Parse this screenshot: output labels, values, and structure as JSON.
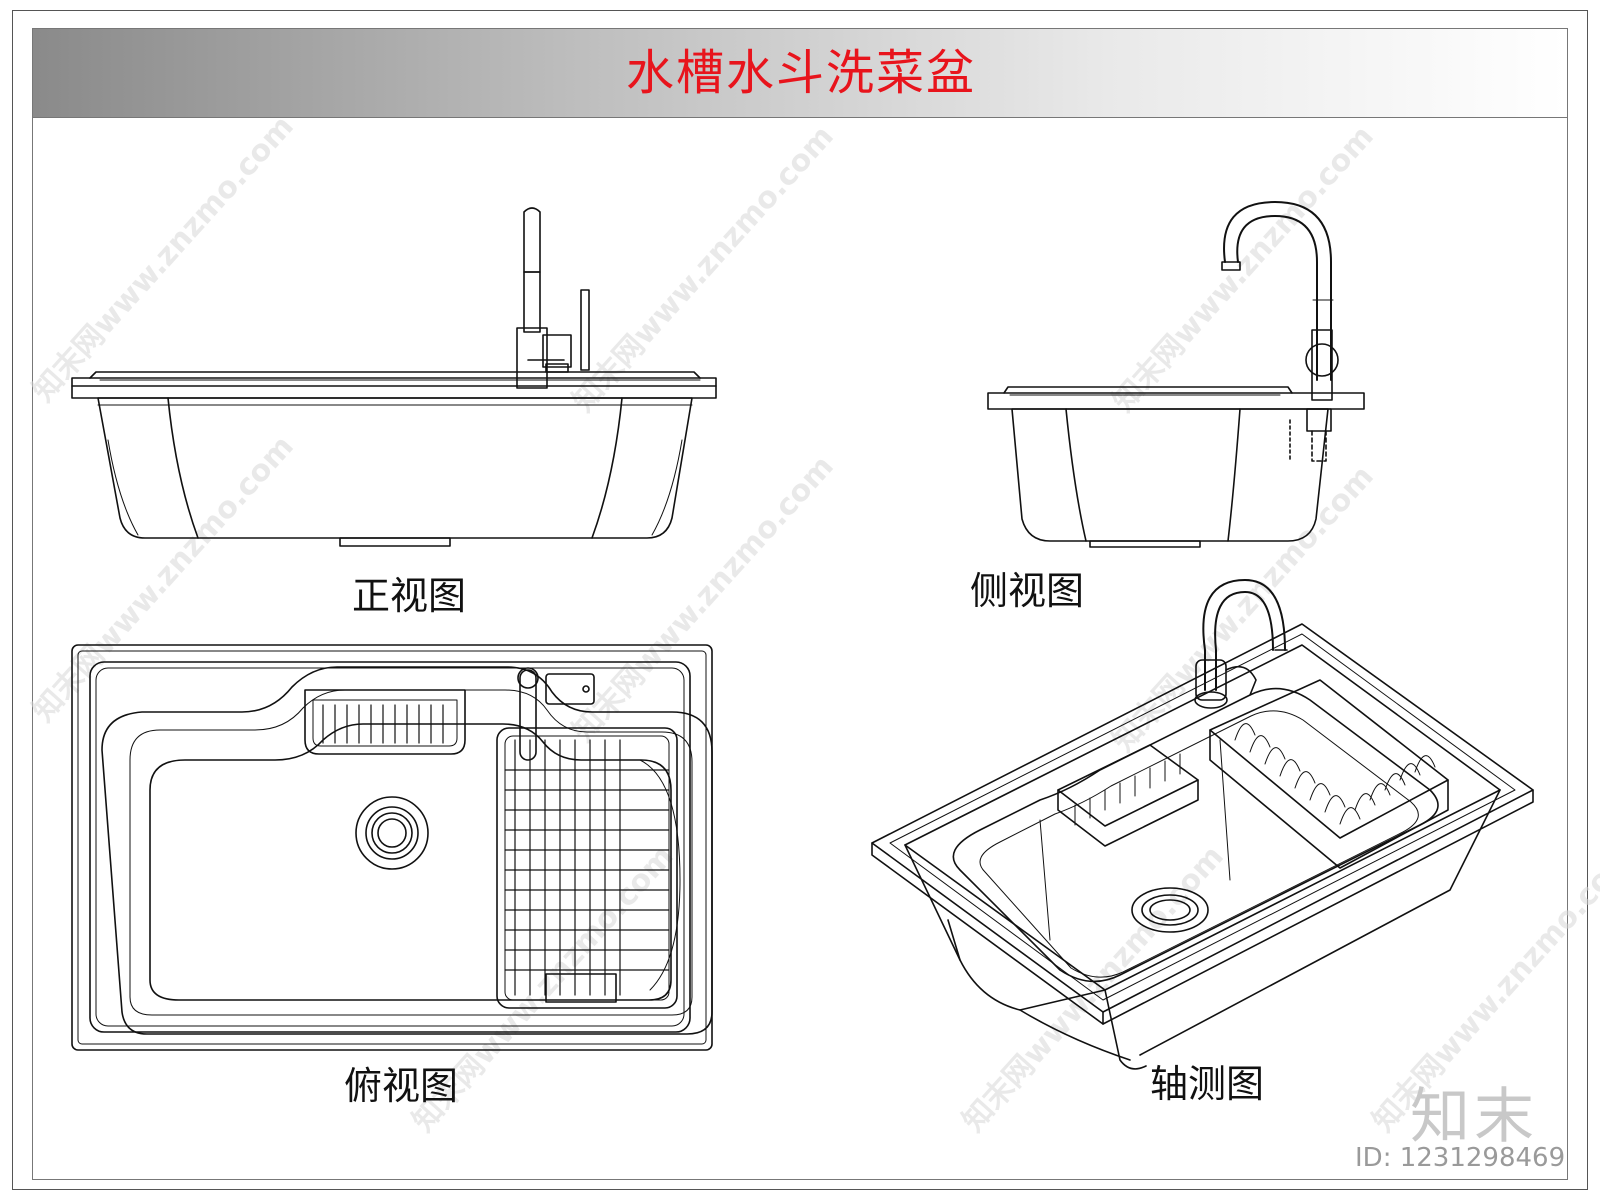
{
  "title": "水槽水斗洗菜盆",
  "views": {
    "front": "正视图",
    "side": "侧视图",
    "top": "俯视图",
    "iso": "轴测图"
  },
  "watermark": {
    "text": "知末网www.znzmo.com",
    "brand": "知末",
    "id": "ID: 1231298469"
  }
}
